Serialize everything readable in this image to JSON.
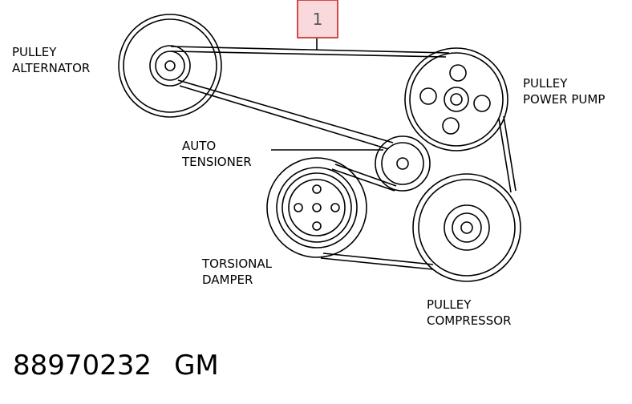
{
  "callout": {
    "number": "1",
    "color": "#d9413e",
    "fill": "#f8d7da"
  },
  "labels": {
    "alternator": [
      "PULLEY",
      "ALTERNATOR"
    ],
    "power_pump": [
      "PULLEY",
      "POWER PUMP"
    ],
    "tensioner": [
      "AUTO",
      "TENSIONER"
    ],
    "damper": [
      "TORSIONAL",
      "DAMPER"
    ],
    "compressor": [
      "PULLEY",
      "COMPRESSOR"
    ]
  },
  "footer": {
    "part_number": "88970232",
    "brand": "GM"
  }
}
